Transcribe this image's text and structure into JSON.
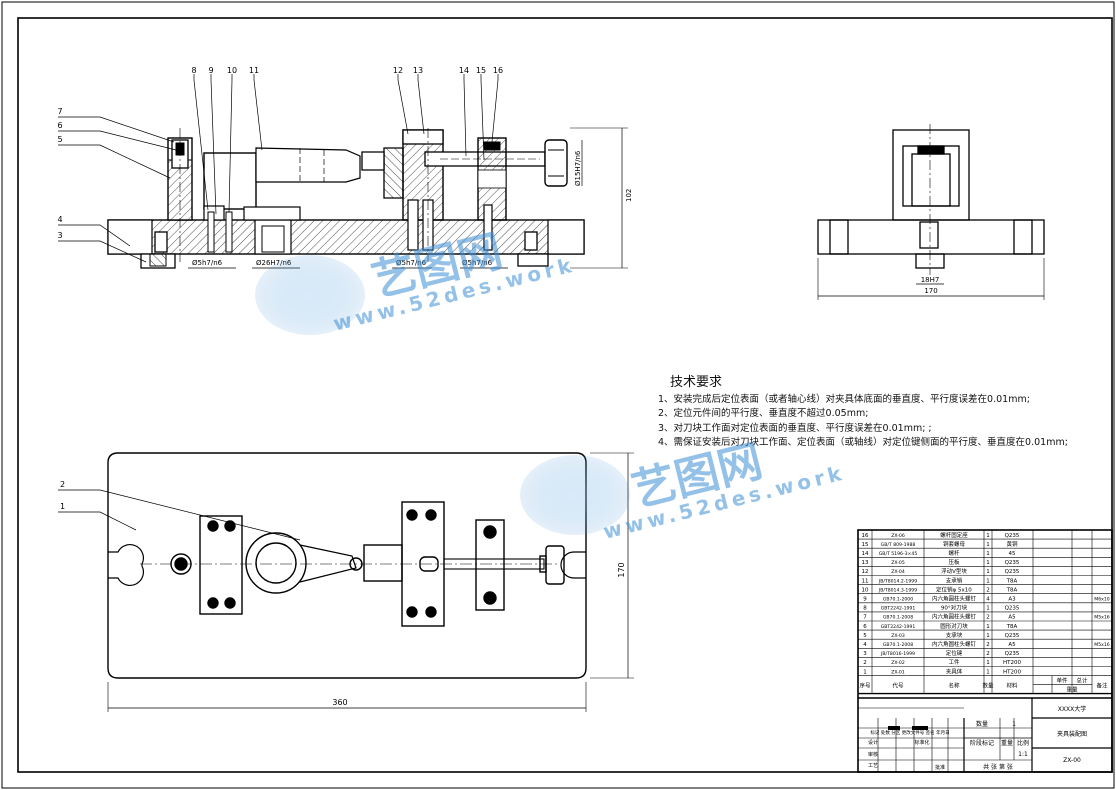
{
  "callouts_top": [
    "8",
    "9",
    "10",
    "11",
    "12",
    "13",
    "14",
    "15",
    "16"
  ],
  "callouts_left": [
    "7",
    "6",
    "5",
    "4",
    "3"
  ],
  "callouts_plan": [
    "2",
    "1"
  ],
  "fits": {
    "f1": "Ø5h7/n6",
    "f2": "Ø26H7/n6",
    "f3": "Ø5h7/n6",
    "f4": "Ø5h7/n6",
    "f5": "Ø15H7/n6"
  },
  "dims": {
    "front_height": "102",
    "side_slot": "18H7",
    "side_width": "170",
    "plan_length": "360",
    "plan_height": "170"
  },
  "tech": {
    "title": "技术要求",
    "items": [
      "1、安装完成后定位表面（或者轴心线）对夹具体底面的垂直度、平行度误差在0.01mm;",
      "2、定位元件间的平行度、垂直度不超过0.05mm;",
      "3、对刀块工作面对定位表面的垂直度、平行度误差在0.01mm; ;",
      "4、需保证安装后对刀块工作面、定位表面（或轴线）对定位键侧面的平行度、垂直度在0.01mm;"
    ]
  },
  "watermark": {
    "cn": "艺图网",
    "url": "www.52des.work"
  },
  "bom": [
    {
      "no": "16",
      "code": "ZX-06",
      "name": "螺杆固定座",
      "qty": "1",
      "mat": "Q235",
      "note": ""
    },
    {
      "no": "15",
      "code": "GB/T 809-1988",
      "name": "铜套螺母",
      "qty": "1",
      "mat": "黄铜",
      "note": ""
    },
    {
      "no": "14",
      "code": "GB/T 5196-3×45",
      "name": "螺杆",
      "qty": "1",
      "mat": "45",
      "note": ""
    },
    {
      "no": "13",
      "code": "ZX-05",
      "name": "压板",
      "qty": "1",
      "mat": "Q235",
      "note": ""
    },
    {
      "no": "12",
      "code": "ZX-04",
      "name": "浮动V型块",
      "qty": "1",
      "mat": "Q235",
      "note": ""
    },
    {
      "no": "11",
      "code": "JB/T8014.2-1999",
      "name": "支承销",
      "qty": "1",
      "mat": "T8A",
      "note": ""
    },
    {
      "no": "10",
      "code": "JB/T8014.3-1999",
      "name": "定位销φ 5x10",
      "qty": "2",
      "mat": "T8A",
      "note": ""
    },
    {
      "no": "9",
      "code": "GB70.1-2000",
      "name": "内六角圆柱头螺钉",
      "qty": "4",
      "mat": "A3",
      "note": "M6x10"
    },
    {
      "no": "8",
      "code": "GBT2242-1991",
      "name": "90°对刀块",
      "qty": "1",
      "mat": "Q235",
      "note": ""
    },
    {
      "no": "7",
      "code": "GB70.1-2008",
      "name": "内六角圆柱头螺钉",
      "qty": "2",
      "mat": "A5",
      "note": "M5x16"
    },
    {
      "no": "6",
      "code": "GBT2242-1991",
      "name": "圆形对刀块",
      "qty": "1",
      "mat": "T8A",
      "note": ""
    },
    {
      "no": "5",
      "code": "ZX-03",
      "name": "支承块",
      "qty": "1",
      "mat": "Q235",
      "note": ""
    },
    {
      "no": "4",
      "code": "GB70.1-2008",
      "name": "内六角圆柱头螺钉",
      "qty": "2",
      "mat": "A5",
      "note": "M5x16"
    },
    {
      "no": "3",
      "code": "JB/T8016-1999",
      "name": "定位键",
      "qty": "2",
      "mat": "Q235",
      "note": ""
    },
    {
      "no": "2",
      "code": "ZX-02",
      "name": "工件",
      "qty": "1",
      "mat": "HT200",
      "note": ""
    },
    {
      "no": "1",
      "code": "ZX-01",
      "name": "夹具体",
      "qty": "1",
      "mat": "HT200",
      "note": ""
    }
  ],
  "bom_head": {
    "no": "序号",
    "code": "代号",
    "name": "名称",
    "qty": "数量",
    "mat": "材料",
    "unit": "单件",
    "total": "总计",
    "weight": "重量",
    "note": "备注"
  },
  "title_block": {
    "school": "XXXX大学",
    "name": "夹具装配图",
    "code": "ZX-00",
    "qty_label": "数量",
    "qty": "1",
    "ratio_label": "比例",
    "ratio": "1:1",
    "weight_label": "重量",
    "stage_label": "阶段标记",
    "design": "设计",
    "check": "审核",
    "process": "工艺",
    "std": "标准化",
    "approve": "批准",
    "sheets": "共 张 第 张",
    "revision_cols": "标记 处数 分区 更改文件号 签名 年月日"
  }
}
